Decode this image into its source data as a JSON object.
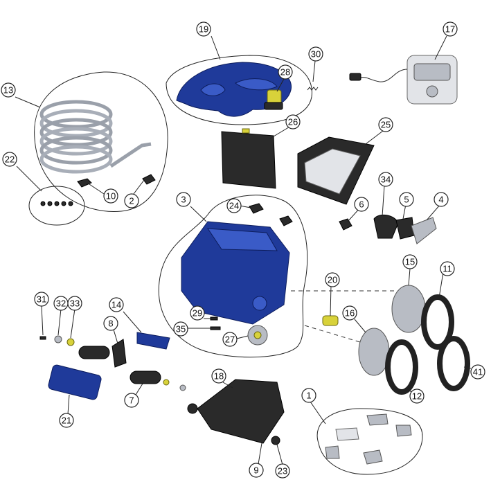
{
  "callouts": [
    {
      "id": "19",
      "label": "19"
    },
    {
      "id": "30",
      "label": "30"
    },
    {
      "id": "17",
      "label": "17"
    },
    {
      "id": "28",
      "label": "28"
    },
    {
      "id": "13",
      "label": "13"
    },
    {
      "id": "26",
      "label": "26"
    },
    {
      "id": "25",
      "label": "25"
    },
    {
      "id": "22",
      "label": "22"
    },
    {
      "id": "10",
      "label": "10"
    },
    {
      "id": "2",
      "label": "2"
    },
    {
      "id": "3",
      "label": "3"
    },
    {
      "id": "24",
      "label": "24"
    },
    {
      "id": "34",
      "label": "34"
    },
    {
      "id": "6",
      "label": "6"
    },
    {
      "id": "5",
      "label": "5"
    },
    {
      "id": "4",
      "label": "4"
    },
    {
      "id": "15",
      "label": "15"
    },
    {
      "id": "11",
      "label": "11"
    },
    {
      "id": "20",
      "label": "20"
    },
    {
      "id": "31",
      "label": "31"
    },
    {
      "id": "32",
      "label": "32"
    },
    {
      "id": "33",
      "label": "33"
    },
    {
      "id": "14",
      "label": "14"
    },
    {
      "id": "29",
      "label": "29"
    },
    {
      "id": "16",
      "label": "16"
    },
    {
      "id": "8",
      "label": "8"
    },
    {
      "id": "35",
      "label": "35"
    },
    {
      "id": "27",
      "label": "27"
    },
    {
      "id": "18",
      "label": "18"
    },
    {
      "id": "7",
      "label": "7"
    },
    {
      "id": "21",
      "label": "21"
    },
    {
      "id": "12",
      "label": "12"
    },
    {
      "id": "41",
      "label": "41"
    },
    {
      "id": "1",
      "label": "1"
    },
    {
      "id": "9",
      "label": "9"
    },
    {
      "id": "23",
      "label": "23"
    }
  ],
  "colors": {
    "part_blue": "#1f3a9a",
    "part_dark": "#2a2a2a",
    "part_grey": "#b8bcc4",
    "part_yellow": "#d8d23a"
  }
}
